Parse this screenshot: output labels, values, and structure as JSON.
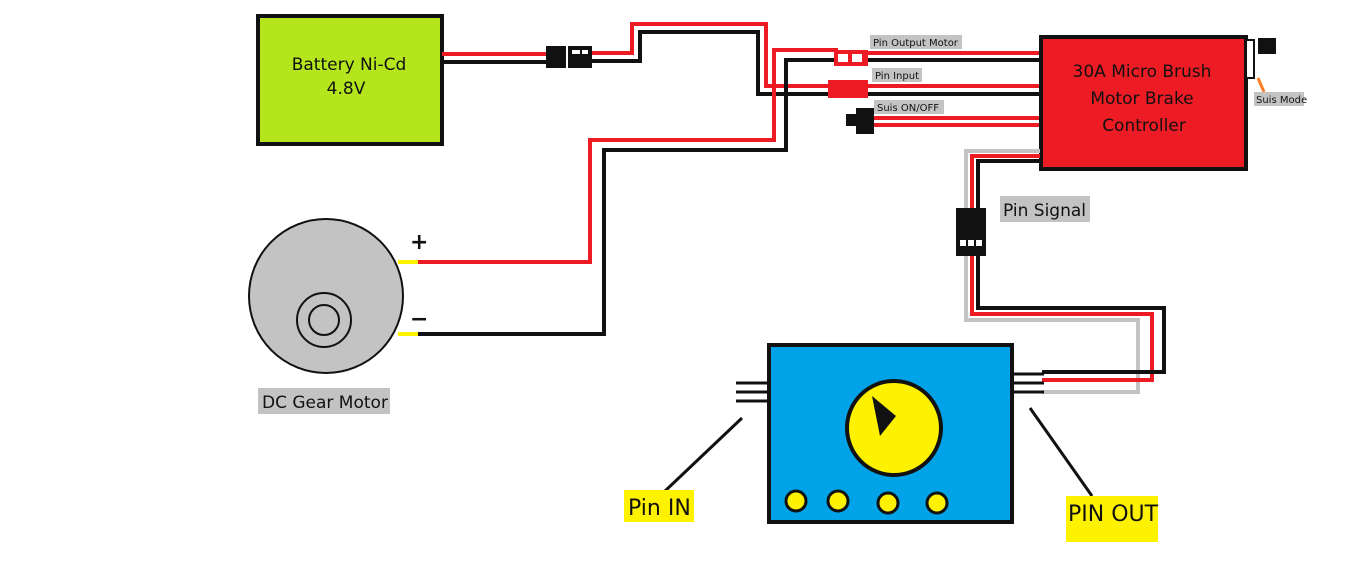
{
  "battery": {
    "line1": "Battery Ni-Cd",
    "line2": "4.8V"
  },
  "controller": {
    "line1": "30A Micro Brush",
    "line2": "Motor Brake",
    "line3": "Controller"
  },
  "labels": {
    "pin_output_motor": "Pin Output Motor",
    "pin_input": "Pin Input",
    "suis_on_off": "Suis ON/OFF",
    "suis_mode": "Suis Mode",
    "pin_signal": "Pin Signal",
    "motor_plus": "+",
    "motor_minus": "−",
    "dc_gear_motor": "DC Gear Motor",
    "pin_in": "Pin IN",
    "pin_out": "PIN OUT"
  },
  "colors": {
    "battery_fill": "#b5e61d",
    "controller_fill": "#ed1c24",
    "tester_fill": "#00a2e8",
    "dial_fill": "#fff200",
    "wire_red": "#ed1c24",
    "wire_black": "#111111",
    "wire_grey": "#c3c3c3",
    "motor_fill": "#c3c3c3",
    "label_grey_bg": "#c3c3c3",
    "label_yellow_bg": "#fff200"
  }
}
